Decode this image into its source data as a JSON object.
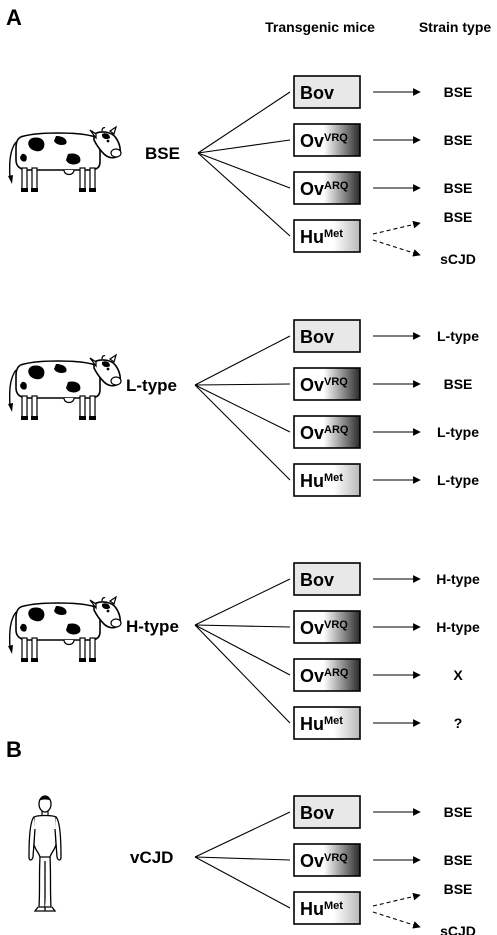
{
  "panels": {
    "a": "A",
    "b": "B"
  },
  "headers": {
    "mice": "Transgenic mice",
    "strain": "Strain type"
  },
  "colors": {
    "box_gray": "#e8e8e8",
    "gradient_dark": "#2a2a2a",
    "line": "#000000"
  },
  "groups": [
    {
      "source": "BSE",
      "picture": "cow-icon",
      "rows": [
        {
          "mouse": "Bov",
          "sup": "",
          "style": "gray",
          "outcomes": [
            {
              "label": "BSE",
              "dashed": false
            }
          ]
        },
        {
          "mouse": "Ov",
          "sup": "VRQ",
          "style": "gradient",
          "outcomes": [
            {
              "label": "BSE",
              "dashed": false
            }
          ]
        },
        {
          "mouse": "Ov",
          "sup": "ARQ",
          "style": "gradient",
          "outcomes": [
            {
              "label": "BSE",
              "dashed": false
            }
          ]
        },
        {
          "mouse": "Hu",
          "sup": "Met",
          "style": "light",
          "outcomes": [
            {
              "label": "BSE",
              "dashed": true
            },
            {
              "label": "sCJD",
              "dashed": true
            }
          ]
        }
      ]
    },
    {
      "source": "L-type",
      "picture": "cow-icon",
      "rows": [
        {
          "mouse": "Bov",
          "sup": "",
          "style": "gray",
          "outcomes": [
            {
              "label": "L-type",
              "dashed": false
            }
          ]
        },
        {
          "mouse": "Ov",
          "sup": "VRQ",
          "style": "gradient",
          "outcomes": [
            {
              "label": "BSE",
              "dashed": false
            }
          ]
        },
        {
          "mouse": "Ov",
          "sup": "ARQ",
          "style": "gradient",
          "outcomes": [
            {
              "label": "L-type",
              "dashed": false
            }
          ]
        },
        {
          "mouse": "Hu",
          "sup": "Met",
          "style": "light",
          "outcomes": [
            {
              "label": "L-type",
              "dashed": false
            }
          ]
        }
      ]
    },
    {
      "source": "H-type",
      "picture": "cow-icon",
      "rows": [
        {
          "mouse": "Bov",
          "sup": "",
          "style": "gray",
          "outcomes": [
            {
              "label": "H-type",
              "dashed": false
            }
          ]
        },
        {
          "mouse": "Ov",
          "sup": "VRQ",
          "style": "gradient",
          "outcomes": [
            {
              "label": "H-type",
              "dashed": false
            }
          ]
        },
        {
          "mouse": "Ov",
          "sup": "ARQ",
          "style": "gradient",
          "outcomes": [
            {
              "label": "X",
              "dashed": false
            }
          ]
        },
        {
          "mouse": "Hu",
          "sup": "Met",
          "style": "light",
          "outcomes": [
            {
              "label": "?",
              "dashed": false
            }
          ]
        }
      ]
    },
    {
      "source": "vCJD",
      "picture": "human-icon",
      "rows": [
        {
          "mouse": "Bov",
          "sup": "",
          "style": "gray",
          "outcomes": [
            {
              "label": "BSE",
              "dashed": false
            }
          ]
        },
        {
          "mouse": "Ov",
          "sup": "VRQ",
          "style": "gradient",
          "outcomes": [
            {
              "label": "BSE",
              "dashed": false
            }
          ]
        },
        {
          "mouse": "Hu",
          "sup": "Met",
          "style": "light",
          "outcomes": [
            {
              "label": "BSE",
              "dashed": true
            },
            {
              "label": "sCJD",
              "dashed": true
            }
          ]
        }
      ]
    }
  ]
}
